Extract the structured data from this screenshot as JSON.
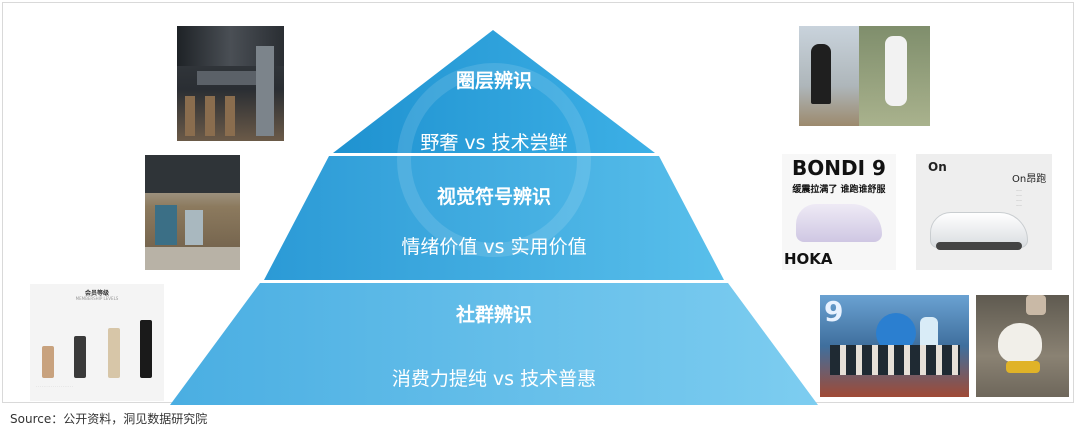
{
  "pyramid": {
    "top": {
      "title": "圈层辨识",
      "subtitle": "野奢 vs 技术尝鲜"
    },
    "middle": {
      "title": "视觉符号辨识",
      "subtitle": "情绪价值 vs 实用价值"
    },
    "bottom": {
      "title": "社群辨识",
      "subtitle": "消费力提纯 vs 技术普惠"
    }
  },
  "products": {
    "hoka_model": "BONDI 9",
    "hoka_slogan": "缓震拉满了 谁跑谁舒服",
    "hoka_brand": "HOKA",
    "on_logo": "On",
    "on_badge": "On昂跑"
  },
  "membership": {
    "title": "会员等级",
    "levels": [
      "ALTRA",
      "QUANTA",
      "VELA",
      "ALTRA"
    ]
  },
  "event_badge": "9",
  "source": "Source：公开资料，洞见数据研究院",
  "colors": {
    "tier_top": "#2a9fd8",
    "tier_middle": "#3aa6dd",
    "tier_bottom": "#5bb9e6",
    "text": "#ffffff"
  }
}
